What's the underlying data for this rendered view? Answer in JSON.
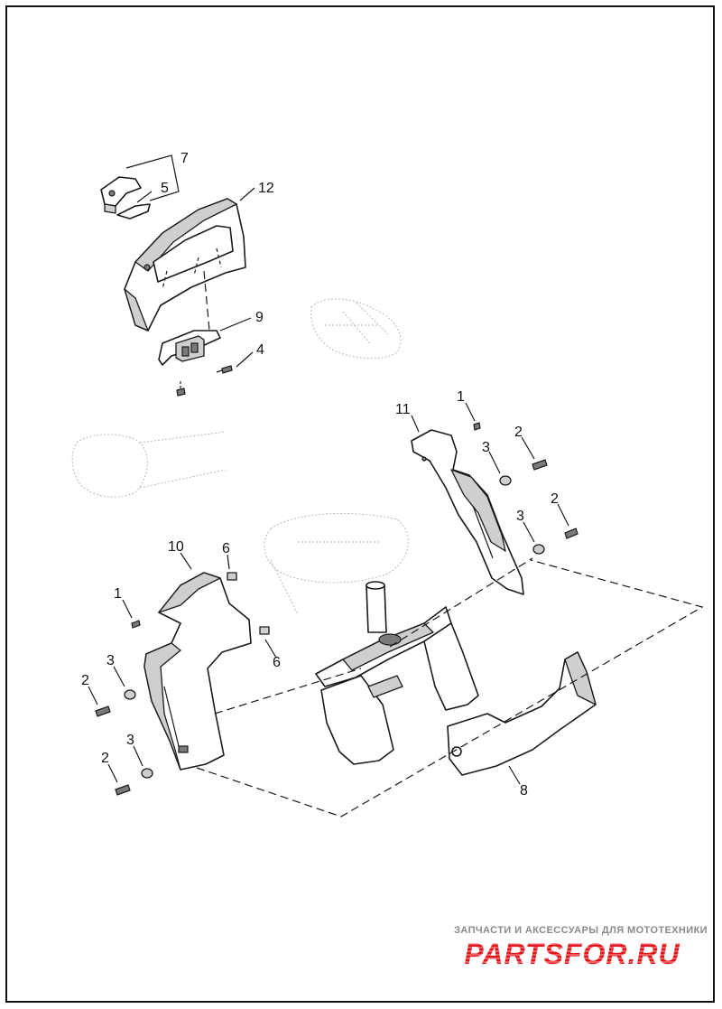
{
  "callouts": [
    {
      "id": "c7",
      "label": "7"
    },
    {
      "id": "c5",
      "label": "5"
    },
    {
      "id": "c12",
      "label": "12"
    },
    {
      "id": "c9",
      "label": "9"
    },
    {
      "id": "c4",
      "label": "4"
    },
    {
      "id": "c11",
      "label": "11"
    },
    {
      "id": "c1a",
      "label": "1"
    },
    {
      "id": "c2a",
      "label": "2"
    },
    {
      "id": "c3a",
      "label": "3"
    },
    {
      "id": "c2b",
      "label": "2"
    },
    {
      "id": "c3b",
      "label": "3"
    },
    {
      "id": "c10",
      "label": "10"
    },
    {
      "id": "c6a",
      "label": "6"
    },
    {
      "id": "c1b",
      "label": "1"
    },
    {
      "id": "c6b",
      "label": "6"
    },
    {
      "id": "c3c",
      "label": "3"
    },
    {
      "id": "c2c",
      "label": "2"
    },
    {
      "id": "c3d",
      "label": "3"
    },
    {
      "id": "c2d",
      "label": "2"
    },
    {
      "id": "c8",
      "label": "8"
    }
  ],
  "watermark": {
    "caption": "ЗАПЧАСТИ И АКСЕССУАРЫ ДЛЯ МОТОТЕХНИКИ",
    "logo_text": "PARTSFOR.RU",
    "logo_color": "#e0151b",
    "caption_color": "#8a8a8a"
  }
}
